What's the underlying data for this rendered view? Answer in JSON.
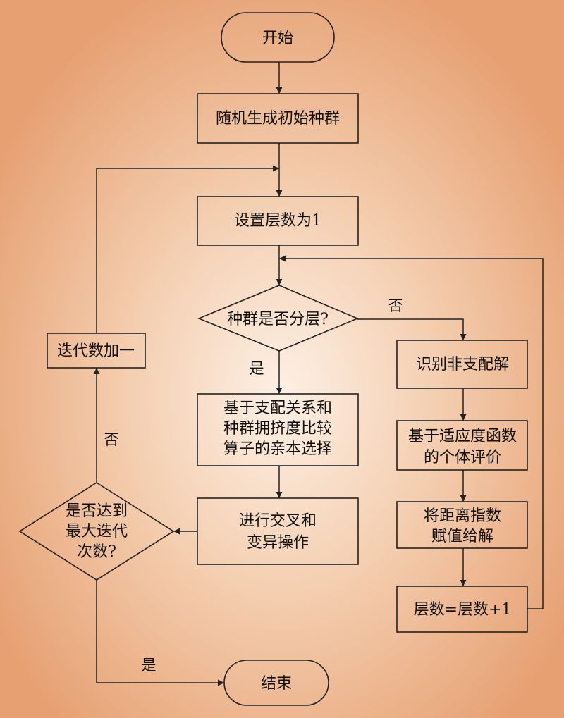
{
  "nodes": {
    "start": "开始",
    "init_population": "随机生成初始种群",
    "set_layer": "设置层数为1",
    "is_layered": "种群是否分层?",
    "identify_nondominated": "识别非支配解",
    "fitness_eval": [
      "基于适应度函数",
      "的个体评价"
    ],
    "assign_distance": [
      "将距离指数",
      "赋值给解"
    ],
    "layer_increment": "层数=层数+1",
    "parent_selection": [
      "基于支配关系和",
      "种群拥挤度比较",
      "算子的亲本选择"
    ],
    "crossover_mutation": [
      "进行交叉和",
      "变异操作"
    ],
    "max_iter_check": [
      "是否达到",
      "最大迭代",
      "次数?"
    ],
    "iter_increment": "迭代数加一",
    "end": "结束"
  },
  "edge_labels": {
    "layered_no": "否",
    "layered_yes": "是",
    "max_no": "否",
    "max_yes": "是"
  }
}
